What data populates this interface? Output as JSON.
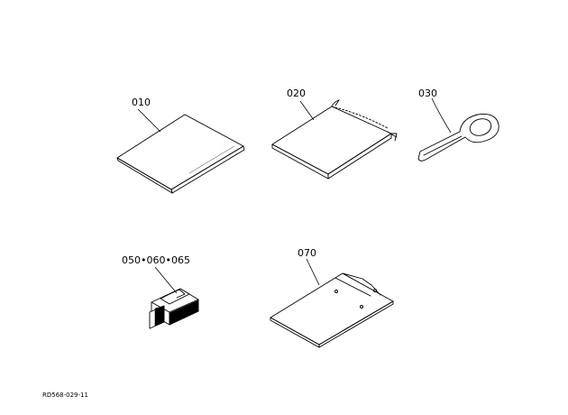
{
  "parts": [
    {
      "ref": "010",
      "item": "manual"
    },
    {
      "ref": "020",
      "item": "tool-bag"
    },
    {
      "ref": "030",
      "item": "wrench"
    },
    {
      "ref": "050•060•065",
      "item": "connector"
    },
    {
      "ref": "070",
      "item": "plate"
    }
  ],
  "drawing_number": "RD568-029-11"
}
